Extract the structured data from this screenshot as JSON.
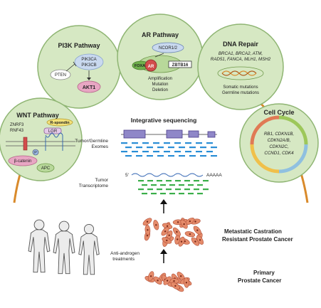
{
  "pi3k": {
    "title": "PI3K Pathway",
    "pik3ca": "PIK3CA",
    "pik3cb": "PIK3CB",
    "pten": "PTEN",
    "akt1": "AKT1"
  },
  "ar": {
    "title": "AR Pathway",
    "ncor": "NCOR1/2",
    "foxa1": "FOXA1",
    "ar": "AR",
    "zbtb16": "ZBTB16",
    "alt1": "Amplification",
    "alt2": "Mutation",
    "alt3": "Deletion"
  },
  "dna": {
    "title": "DNA Repair",
    "genes1": "BRCA1, BRCA2, ATM,",
    "genes2": "RAD51, FANCA, MLH1, MSH2",
    "mut1": "Somatic mutations",
    "mut2": "Germline mutations"
  },
  "wnt": {
    "title": "WNT Pathway",
    "znrf3": "ZNRF3",
    "rnf43": "RNF43",
    "rspondin": "R-spondin",
    "lgr": "LGR",
    "p": "P",
    "catenin": "β-catenin",
    "apc": "APC"
  },
  "cell": {
    "title": "Cell Cycle",
    "g1": "RB1, CDKN1B,",
    "g2": "CDKN2A/B,",
    "g3": "CDKN2C,",
    "g4": "CCND1, CDK4"
  },
  "seq": {
    "title": "Integrative sequencing",
    "exome1": "Tumor/Germline",
    "exome2": "Exomes",
    "trans1": "Tumor",
    "trans2": "Transcriptome",
    "five": "5'",
    "polya": "AAAAA"
  },
  "stages": {
    "mcrpc1": "Metastatic Castration",
    "mcrpc2": "Resistant Prostate Cancer",
    "anti1": "Anti-androgen",
    "anti2": "treatments",
    "primary1": "Primary",
    "primary2": "Prostate Cancer"
  },
  "colors": {
    "circle_fill": "#d6e8c3",
    "circle_stroke": "#8fb573",
    "arc": "#d98a2b",
    "bar_blue": "#2a8ed6",
    "bar_green": "#3bae4a",
    "cell_fill": "#e07a55",
    "box_purple": "#7b6bb8"
  }
}
